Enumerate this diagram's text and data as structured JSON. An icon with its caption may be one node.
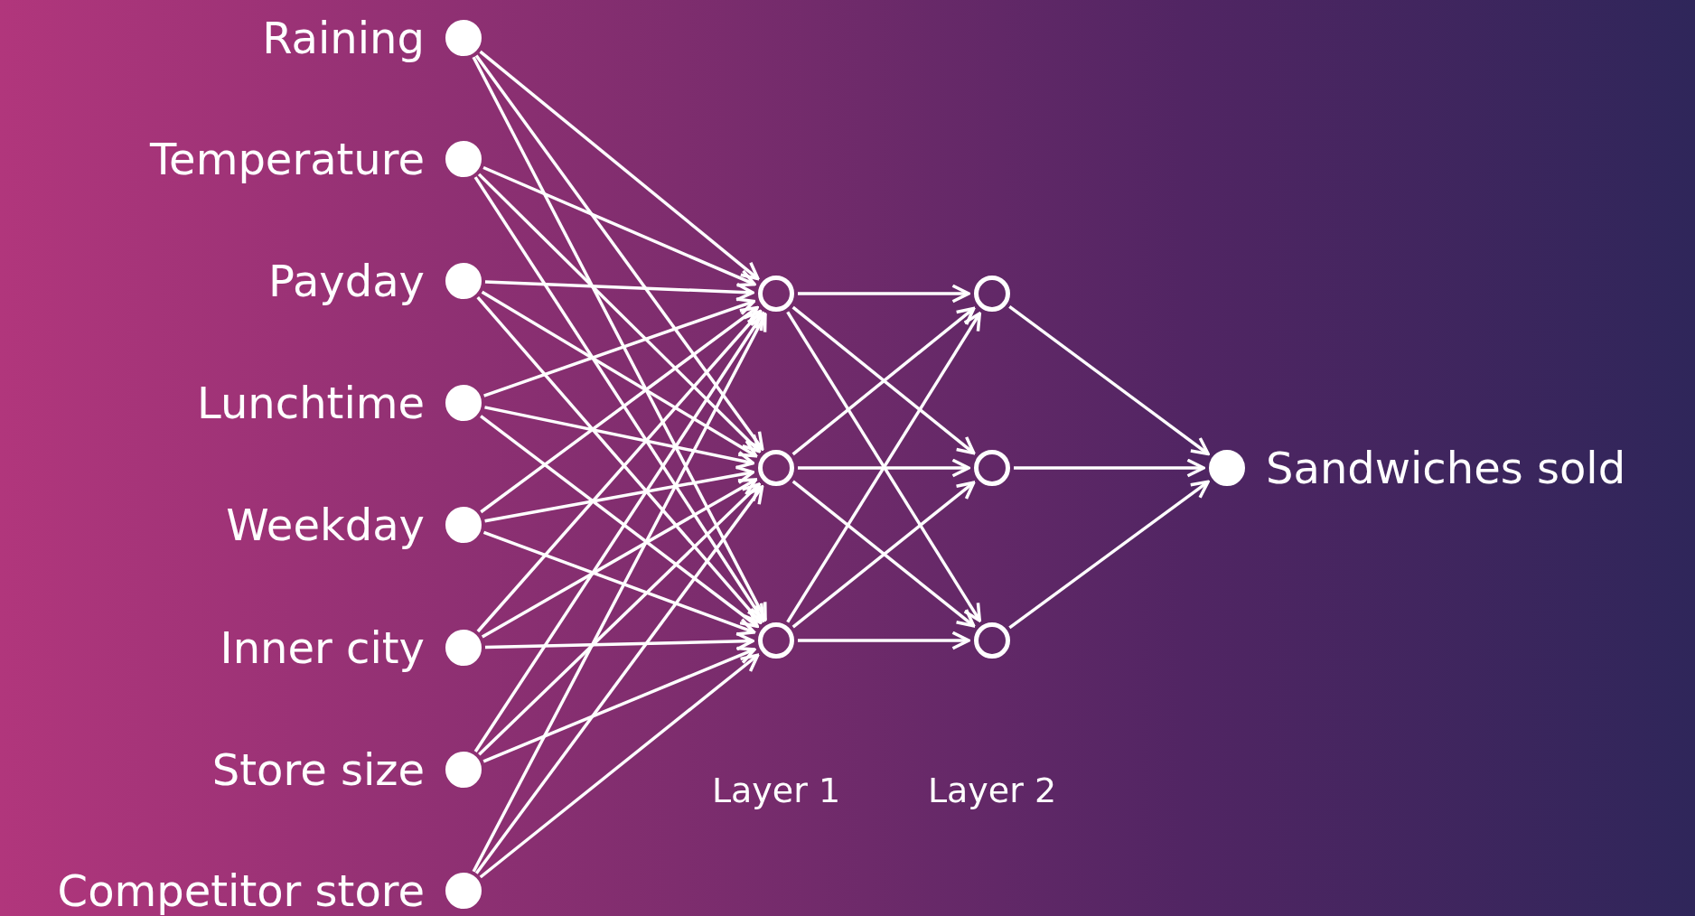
{
  "diagram": {
    "nodes": [
      {
        "text": [],
        "shape": "circle",
        "beside": [
          "Raining"
        ]
      },
      {
        "text": [],
        "shape": "circle",
        "beside": [
          "Temperature"
        ]
      },
      {
        "text": [],
        "shape": "circle",
        "beside": [
          "Payday"
        ]
      },
      {
        "text": [],
        "shape": "circle",
        "beside": [
          "Lunchtime"
        ]
      },
      {
        "text": [],
        "shape": "circle",
        "beside": [
          "Weekday"
        ]
      },
      {
        "text": [],
        "shape": "circle",
        "beside": [
          "Inner city"
        ]
      },
      {
        "text": [],
        "shape": "circle",
        "beside": [
          "Store size"
        ]
      },
      {
        "text": [],
        "shape": "circle",
        "beside": [
          "Competitor store"
        ]
      },
      {
        "text": [],
        "shape": "circle"
      },
      {
        "text": [],
        "shape": "circle"
      },
      {
        "text": [],
        "shape": "circle"
      },
      {
        "text": [],
        "shape": "circle"
      },
      {
        "text": [],
        "shape": "circle"
      },
      {
        "text": [],
        "shape": "circle"
      },
      {
        "text": [],
        "shape": "circle",
        "beside": [
          "Sandwiches sold"
        ]
      }
    ],
    "edges": [
      {
        "from": 0,
        "to": 8,
        "arrow": "to"
      },
      {
        "from": 0,
        "to": 9,
        "arrow": "to"
      },
      {
        "from": 0,
        "to": 10,
        "arrow": "to"
      },
      {
        "from": 1,
        "to": 8,
        "arrow": "to"
      },
      {
        "from": 1,
        "to": 9,
        "arrow": "to"
      },
      {
        "from": 1,
        "to": 10,
        "arrow": "to"
      },
      {
        "from": 2,
        "to": 8,
        "arrow": "to"
      },
      {
        "from": 2,
        "to": 9,
        "arrow": "to"
      },
      {
        "from": 2,
        "to": 10,
        "arrow": "to"
      },
      {
        "from": 3,
        "to": 8,
        "arrow": "to"
      },
      {
        "from": 3,
        "to": 9,
        "arrow": "to"
      },
      {
        "from": 3,
        "to": 10,
        "arrow": "to"
      },
      {
        "from": 4,
        "to": 8,
        "arrow": "to"
      },
      {
        "from": 4,
        "to": 9,
        "arrow": "to"
      },
      {
        "from": 4,
        "to": 10,
        "arrow": "to"
      },
      {
        "from": 5,
        "to": 8,
        "arrow": "to"
      },
      {
        "from": 5,
        "to": 9,
        "arrow": "to"
      },
      {
        "from": 5,
        "to": 10,
        "arrow": "to"
      },
      {
        "from": 6,
        "to": 8,
        "arrow": "to"
      },
      {
        "from": 6,
        "to": 9,
        "arrow": "to"
      },
      {
        "from": 6,
        "to": 10,
        "arrow": "to"
      },
      {
        "from": 7,
        "to": 8,
        "arrow": "to"
      },
      {
        "from": 7,
        "to": 9,
        "arrow": "to"
      },
      {
        "from": 7,
        "to": 10,
        "arrow": "to"
      },
      {
        "from": 8,
        "to": 11,
        "arrow": "to"
      },
      {
        "from": 8,
        "to": 12,
        "arrow": "to"
      },
      {
        "from": 8,
        "to": 13,
        "arrow": "to"
      },
      {
        "from": 9,
        "to": 11,
        "arrow": "to"
      },
      {
        "from": 9,
        "to": 12,
        "arrow": "to"
      },
      {
        "from": 9,
        "to": 13,
        "arrow": "to"
      },
      {
        "from": 10,
        "to": 11,
        "arrow": "to"
      },
      {
        "from": 10,
        "to": 12,
        "arrow": "to"
      },
      {
        "from": 10,
        "to": 13,
        "arrow": "to"
      },
      {
        "from": 11,
        "to": 14,
        "arrow": "to"
      },
      {
        "from": 12,
        "to": 14,
        "arrow": "to"
      },
      {
        "from": 13,
        "to": 14,
        "arrow": "to"
      }
    ],
    "labels": [
      "Layer 1",
      "Layer 2"
    ]
  }
}
